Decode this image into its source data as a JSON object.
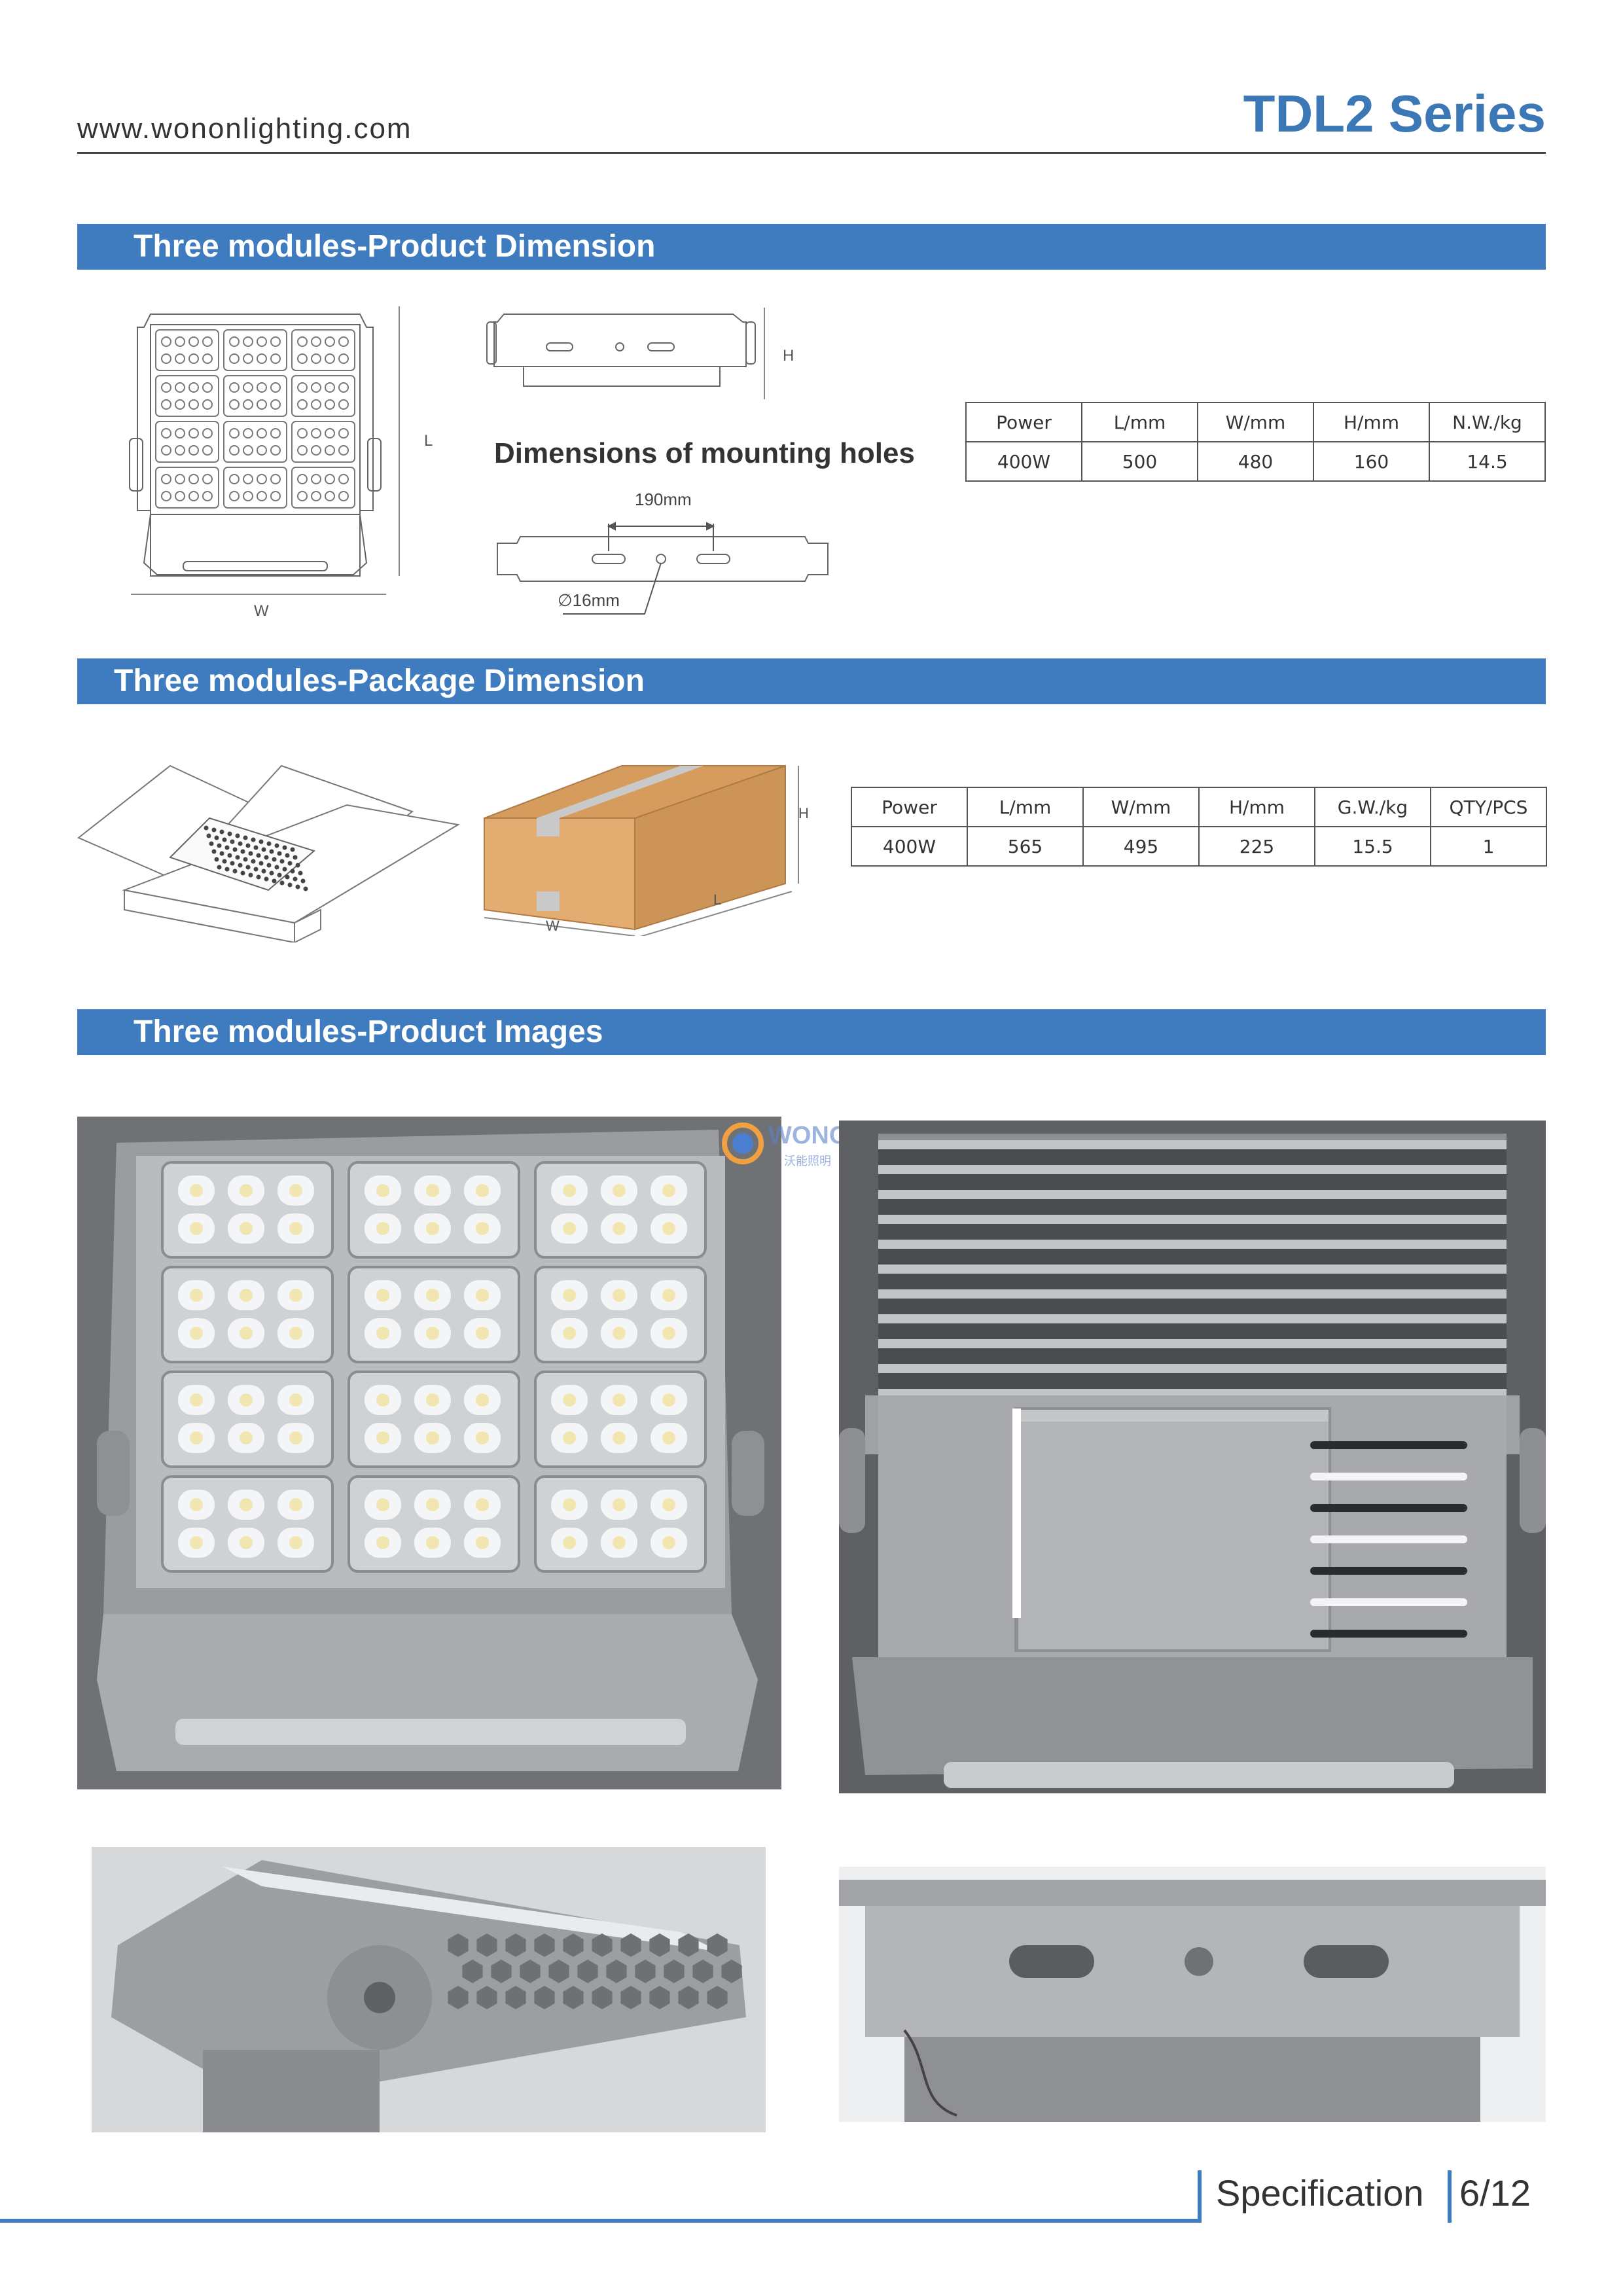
{
  "header": {
    "url": "www.wononlighting.com",
    "series": "TDL2 Series"
  },
  "sections": {
    "product_dimension": "Three modules-Product Dimension",
    "package_dimension": "Three modules-Package Dimension",
    "product_images": "Three modules-Product Images"
  },
  "product_drawing": {
    "label_l": "L",
    "label_w": "W",
    "label_h": "H",
    "mount_title": "Dimensions of mounting holes",
    "hole_spacing": "190mm",
    "hole_diameter": "∅16mm"
  },
  "product_table": {
    "headers": [
      "Power",
      "L/mm",
      "W/mm",
      "H/mm",
      "N.W./kg"
    ],
    "row": [
      "400W",
      "500",
      "480",
      "160",
      "14.5"
    ]
  },
  "package_drawing": {
    "label_h": "H",
    "label_w": "W",
    "label_l": "L"
  },
  "package_table": {
    "headers": [
      "Power",
      "L/mm",
      "W/mm",
      "H/mm",
      "G.W./kg",
      "QTY/PCS"
    ],
    "row": [
      "400W",
      "565",
      "495",
      "225",
      "15.5",
      "1"
    ]
  },
  "watermark": {
    "brand": "WONON",
    "cn": "沃能照明"
  },
  "footer": {
    "label": "Specification",
    "page": "6/12"
  },
  "colors": {
    "accent": "#3e7cbf",
    "series_title": "#3b78b5",
    "box_cardboard": "#d9a066"
  }
}
